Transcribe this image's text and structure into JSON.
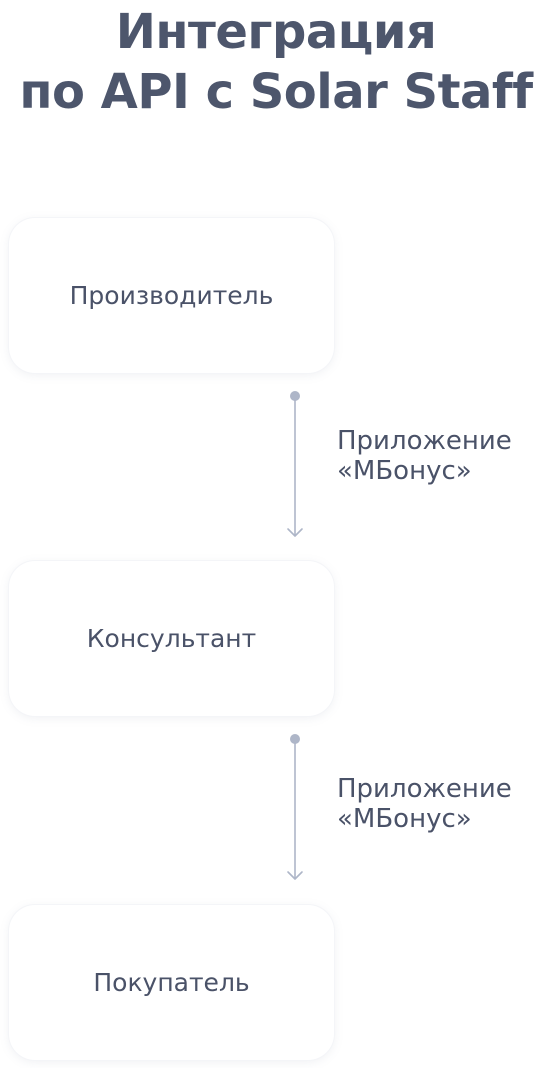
{
  "title": {
    "line1": "Интеграция",
    "line2": "по API с Solar Staff"
  },
  "nodes": [
    {
      "label": "Производитель"
    },
    {
      "label": "Консультант"
    },
    {
      "label": "Покупатель"
    }
  ],
  "edges": [
    {
      "from": "Производитель",
      "to": "Консультант",
      "label_line1": "Приложение",
      "label_line2": "«МБонус»"
    },
    {
      "from": "Консультант",
      "to": "Покупатель",
      "label_line1": "Приложение",
      "label_line2": "«МБонус»"
    }
  ],
  "colors": {
    "text": "#4a5268",
    "connector": "#aeb6c8",
    "node_background": "#ffffff"
  }
}
